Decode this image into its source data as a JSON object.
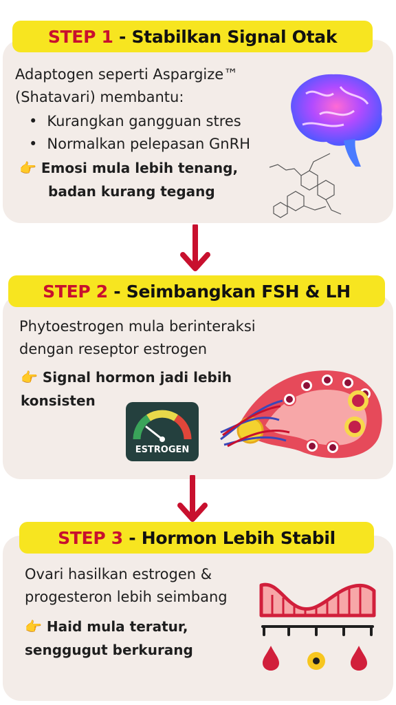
{
  "colors": {
    "card_bg": "#f3ece8",
    "banner_bg": "#f7e520",
    "step_number": "#c8102e",
    "arrow": "#c8102e"
  },
  "steps": [
    {
      "label": "STEP 1",
      "title": "- Stabilkan Signal Otak",
      "lines": [
        "Adaptogen seperti Aspargize™",
        "(Shatavari) membantu:"
      ],
      "bullets": [
        "Kurangkan gangguan stres",
        "Normalkan pelepasan GnRH"
      ],
      "highlight_icon": "pointing-hand-icon",
      "highlight": [
        "Emosi mula lebih tenang,",
        "badan kurang tegang"
      ],
      "image": "brain-molecule-illustration"
    },
    {
      "label": "STEP 2",
      "title": "- Seimbangkan FSH & LH",
      "lines": [
        "Phytoestrogen mula berinteraksi",
        "dengan reseptor estrogen"
      ],
      "highlight_icon": "pointing-hand-icon",
      "highlight": [
        "Signal hormon jadi lebih",
        "konsisten"
      ],
      "gauge_label": "ESTROGEN",
      "image": "ovary-follicles-illustration"
    },
    {
      "label": "STEP 3",
      "title": "- Hormon Lebih Stabil",
      "lines": [
        "Ovari hasilkan estrogen &",
        "progesteron lebih seimbang"
      ],
      "highlight_icon": "pointing-hand-icon",
      "highlight": [
        "Haid mula teratur,",
        "senggugut berkurang"
      ],
      "image": "cycle-chart-drops-illustration"
    }
  ]
}
